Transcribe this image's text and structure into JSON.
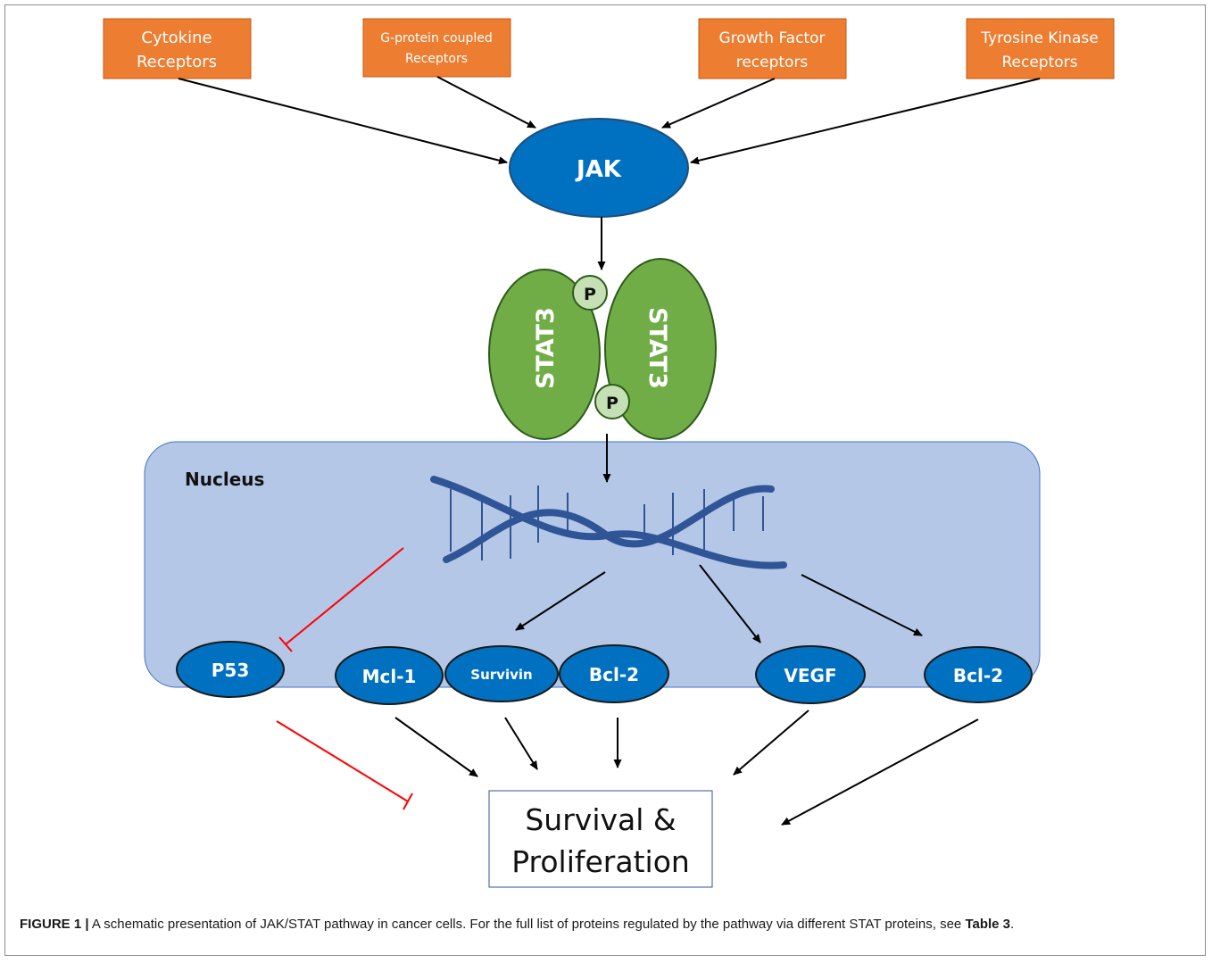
{
  "figure": {
    "receptors": [
      {
        "line1": "Cytokine",
        "line2": "Receptors"
      },
      {
        "line1": "G-protein coupled",
        "line2": "Receptors"
      },
      {
        "line1": "Growth Factor",
        "line2": "receptors"
      },
      {
        "line1": "Tyrosine Kinase",
        "line2": "Receptors"
      }
    ],
    "jak": "JAK",
    "stat_left": "STAT3",
    "stat_right": "STAT3",
    "phospho_top": "P",
    "phospho_bottom": "P",
    "nucleus": "Nucleus",
    "genes": {
      "p53": "P53",
      "mcl1": "Mcl-1",
      "survivin": "Survivin",
      "bcl2_a": "Bcl-2",
      "vegf": "VEGF",
      "bcl2_b": "Bcl-2"
    },
    "outcome": {
      "line1": "Survival &",
      "line2": "Proliferation"
    }
  },
  "colors": {
    "receptor": "#ED7D31",
    "jak": "#0070C0",
    "stat": "#70AD47",
    "phospho": "#C5E0B4",
    "nucleus": "#B4C7E7",
    "dna": "#2F5597",
    "inhibit": "#FF0000",
    "arrow": "#000000"
  },
  "caption": {
    "label": "FIGURE 1 |",
    "text": " A schematic presentation of JAK/STAT pathway in cancer cells. For the full list of proteins regulated by the pathway via different STAT proteins, see ",
    "table_ref": "Table 3",
    "end": "."
  }
}
